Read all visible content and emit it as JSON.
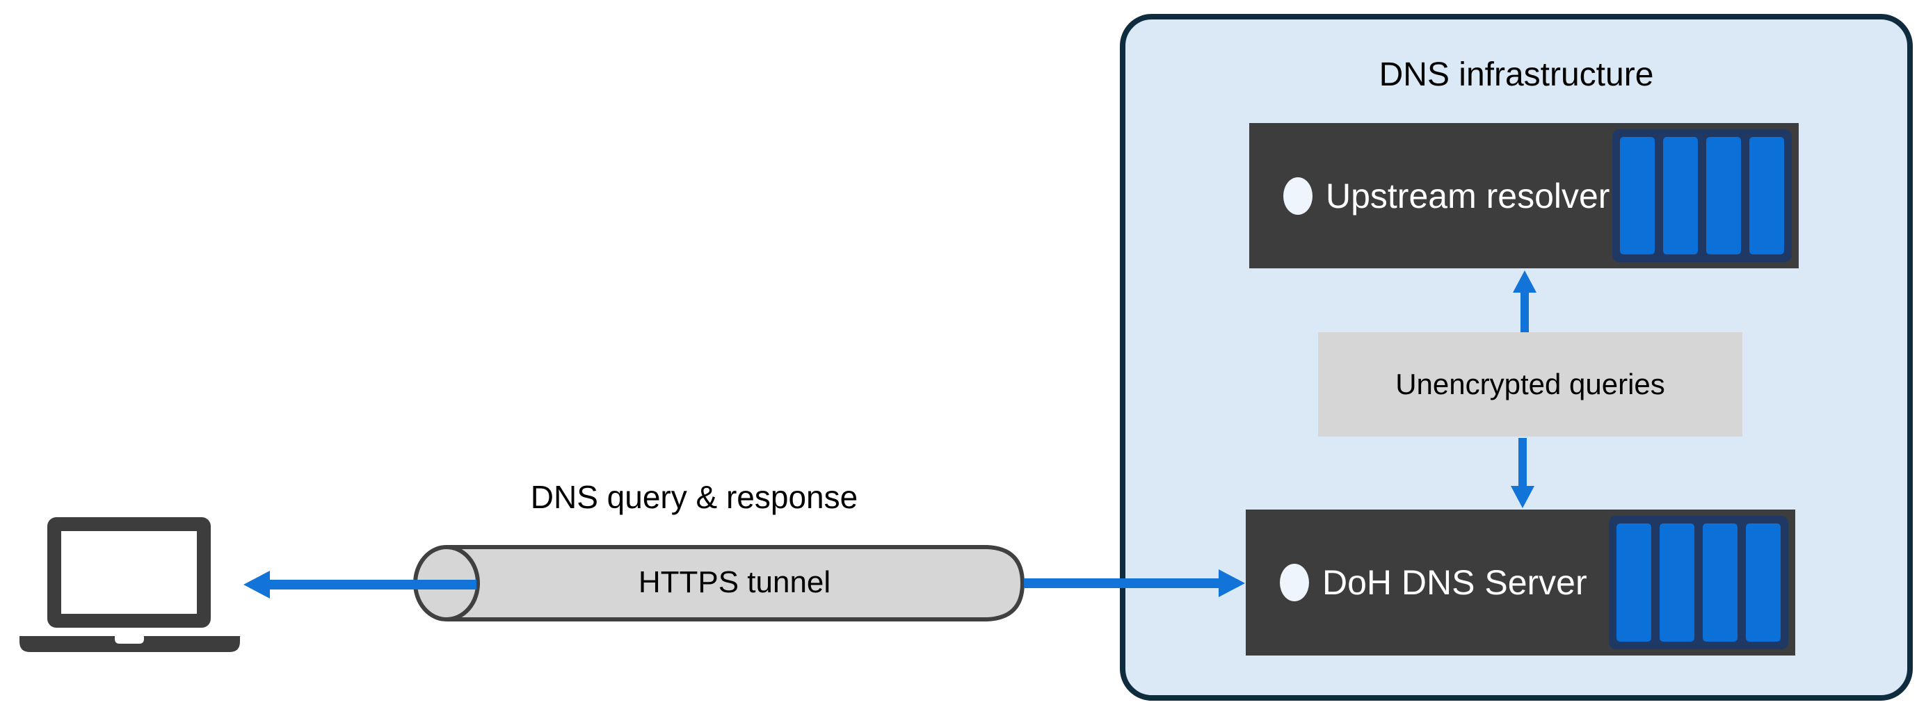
{
  "colors": {
    "accent_blue": "#1273d8",
    "object_dark_gray": "#3d3d3d",
    "neutral_gray_fill": "#d6d6d6",
    "infra_fill_light_blue": "#dbe8f6",
    "infra_border_navy": "#0f2b3e",
    "disk_blue": "#0b70d8",
    "disk_frame_navy": "#1f3864",
    "status_dot_white": "#eef5fd"
  },
  "icons": {
    "client": "laptop-icon",
    "tunnel": "cylinder-tunnel-shape",
    "server_status": "status-dot-icon",
    "server_storage": "disk-array-icon",
    "flow_left": "arrow-left-icon",
    "flow_right": "arrow-right-icon",
    "flow_up": "arrow-up-icon",
    "flow_down": "arrow-down-icon"
  },
  "connection": {
    "flow_label": "DNS query & response",
    "tunnel_label": "HTTPS tunnel"
  },
  "infrastructure": {
    "title": "DNS infrastructure",
    "servers": [
      {
        "label": "Upstream resolver"
      },
      {
        "label": "DoH DNS Server"
      }
    ],
    "internal_link_label": "Unencrypted queries"
  }
}
